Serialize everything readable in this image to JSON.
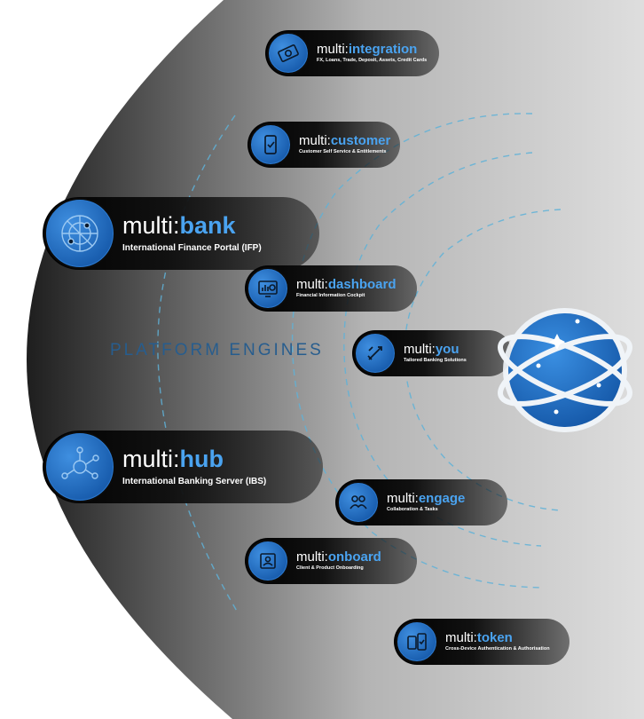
{
  "platform_label": "PLATFORM ENGINES",
  "engines": {
    "integration": {
      "prefix": "multi:",
      "name": "integration",
      "sub": "FX, Loans, Trade, Deposit, Assets, Credit Cards"
    },
    "customer": {
      "prefix": "multi:",
      "name": "customer",
      "sub": "Customer Self Service & Entitlements"
    },
    "bank": {
      "prefix": "multi:",
      "name": "bank",
      "sub": "International Finance Portal (IFP)"
    },
    "dashboard": {
      "prefix": "multi:",
      "name": "dashboard",
      "sub": "Financial Information Cockpit"
    },
    "you": {
      "prefix": "multi:",
      "name": "you",
      "sub": "Tailored Banking Solutions"
    },
    "hub": {
      "prefix": "multi:",
      "name": "hub",
      "sub": "International Banking Server (IBS)"
    },
    "engage": {
      "prefix": "multi:",
      "name": "engage",
      "sub": "Collaboration & Tasks"
    },
    "onboard": {
      "prefix": "multi:",
      "name": "onboard",
      "sub": "Client & Product Onboarding"
    },
    "token": {
      "prefix": "multi:",
      "name": "token",
      "sub": "Cross-Device Authentication & Authorisation"
    }
  },
  "colors": {
    "accent": "#4aa3f0",
    "icon_blue": "#1f6fc4",
    "pill_dark": "#000000"
  },
  "icons": {
    "integration": "money-icon",
    "customer": "mobile-check-icon",
    "bank": "network-icon",
    "dashboard": "dashboard-chart-icon",
    "you": "tools-icon",
    "hub": "hub-nodes-icon",
    "engage": "people-icon",
    "onboard": "onboarding-form-icon",
    "token": "token-device-icon",
    "globe": "planet-globe-icon"
  }
}
